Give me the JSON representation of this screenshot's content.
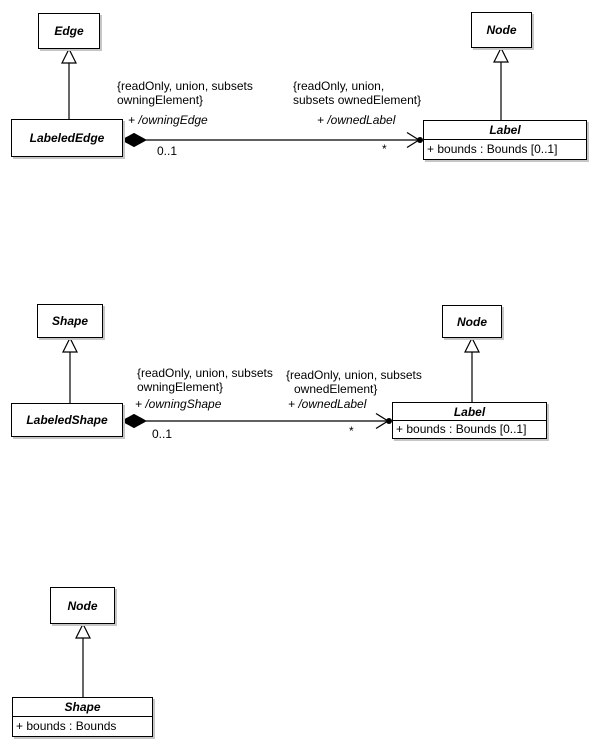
{
  "colors": {
    "line": "#000000",
    "box_fill": "#ffffff",
    "box_border": "#000000",
    "box_shadow": "#c6c6c6",
    "text": "#000000"
  },
  "top_diagram": {
    "edge_class": {
      "name": "Edge"
    },
    "node_class": {
      "name": "Node"
    },
    "labeled_edge_class": {
      "name": "LabeledEdge"
    },
    "label_class": {
      "name": "Label",
      "attributes": [
        "+ bounds : Bounds [0..1]"
      ]
    },
    "owning_end": {
      "constraint_line1": "{readOnly, union, subsets",
      "constraint_line2": "owningElement}",
      "role": "+ /owningEdge",
      "multiplicity": "0..1"
    },
    "owned_end": {
      "constraint_line1": "{readOnly, union,",
      "constraint_line2": "subsets ownedElement}",
      "role": "+ /ownedLabel",
      "multiplicity": "*"
    }
  },
  "middle_diagram": {
    "shape_class": {
      "name": "Shape"
    },
    "node_class": {
      "name": "Node"
    },
    "labeled_shape_class": {
      "name": "LabeledShape"
    },
    "label_class": {
      "name": "Label",
      "attributes": [
        "+ bounds : Bounds [0..1]"
      ]
    },
    "owning_end": {
      "constraint_line1": "{readOnly, union, subsets",
      "constraint_line2": "owningElement}",
      "role": "+ /owningShape",
      "multiplicity": "0..1"
    },
    "owned_end": {
      "constraint_line1": "{readOnly, union, subsets",
      "constraint_line2": "ownedElement}",
      "role": "+ /ownedLabel",
      "multiplicity": "*"
    }
  },
  "bottom_diagram": {
    "node_class": {
      "name": "Node"
    },
    "shape_class": {
      "name": "Shape",
      "attributes": [
        "+ bounds : Bounds"
      ]
    }
  }
}
